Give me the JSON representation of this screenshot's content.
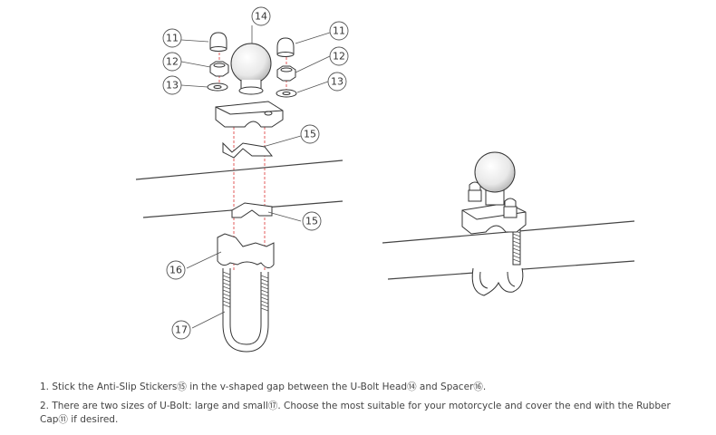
{
  "callouts": {
    "c14": "14",
    "c11_left": "11",
    "c11_right": "11",
    "c12_left": "12",
    "c12_right": "12",
    "c13_left": "13",
    "c13_right": "13",
    "c15_top": "15",
    "c15_bottom": "15",
    "c16": "16",
    "c17": "17"
  },
  "instructions": [
    "1. Stick the Anti-Slip Stickers⑮ in the v-shaped gap between the U-Bolt Head⑭ and Spacer⑯.",
    "2. There are two sizes of U-Bolt: large and small⑰. Choose the most suitable for your motorcycle and cover the end with the Rubber Cap⑪ if desired."
  ]
}
